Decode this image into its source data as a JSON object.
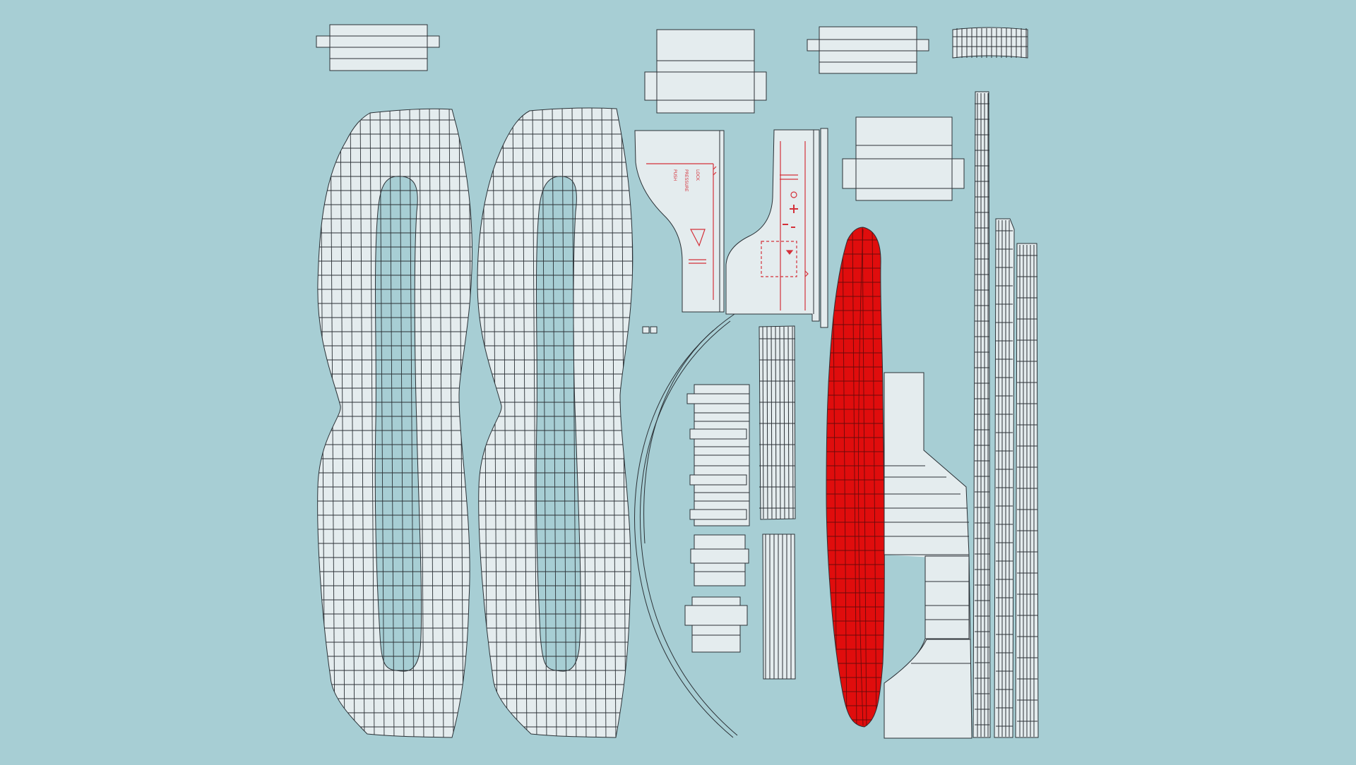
{
  "colors": {
    "background": "#a7ced4",
    "island_fill": "#e4ecee",
    "wire": "#2b3136",
    "accent": "#e00d0d",
    "decal": "#d4313a"
  },
  "decals": {
    "lock": "LOCK",
    "pressure": "PRESSURE",
    "push": "PUSH"
  },
  "selected_island": "red-selected-uv-island"
}
